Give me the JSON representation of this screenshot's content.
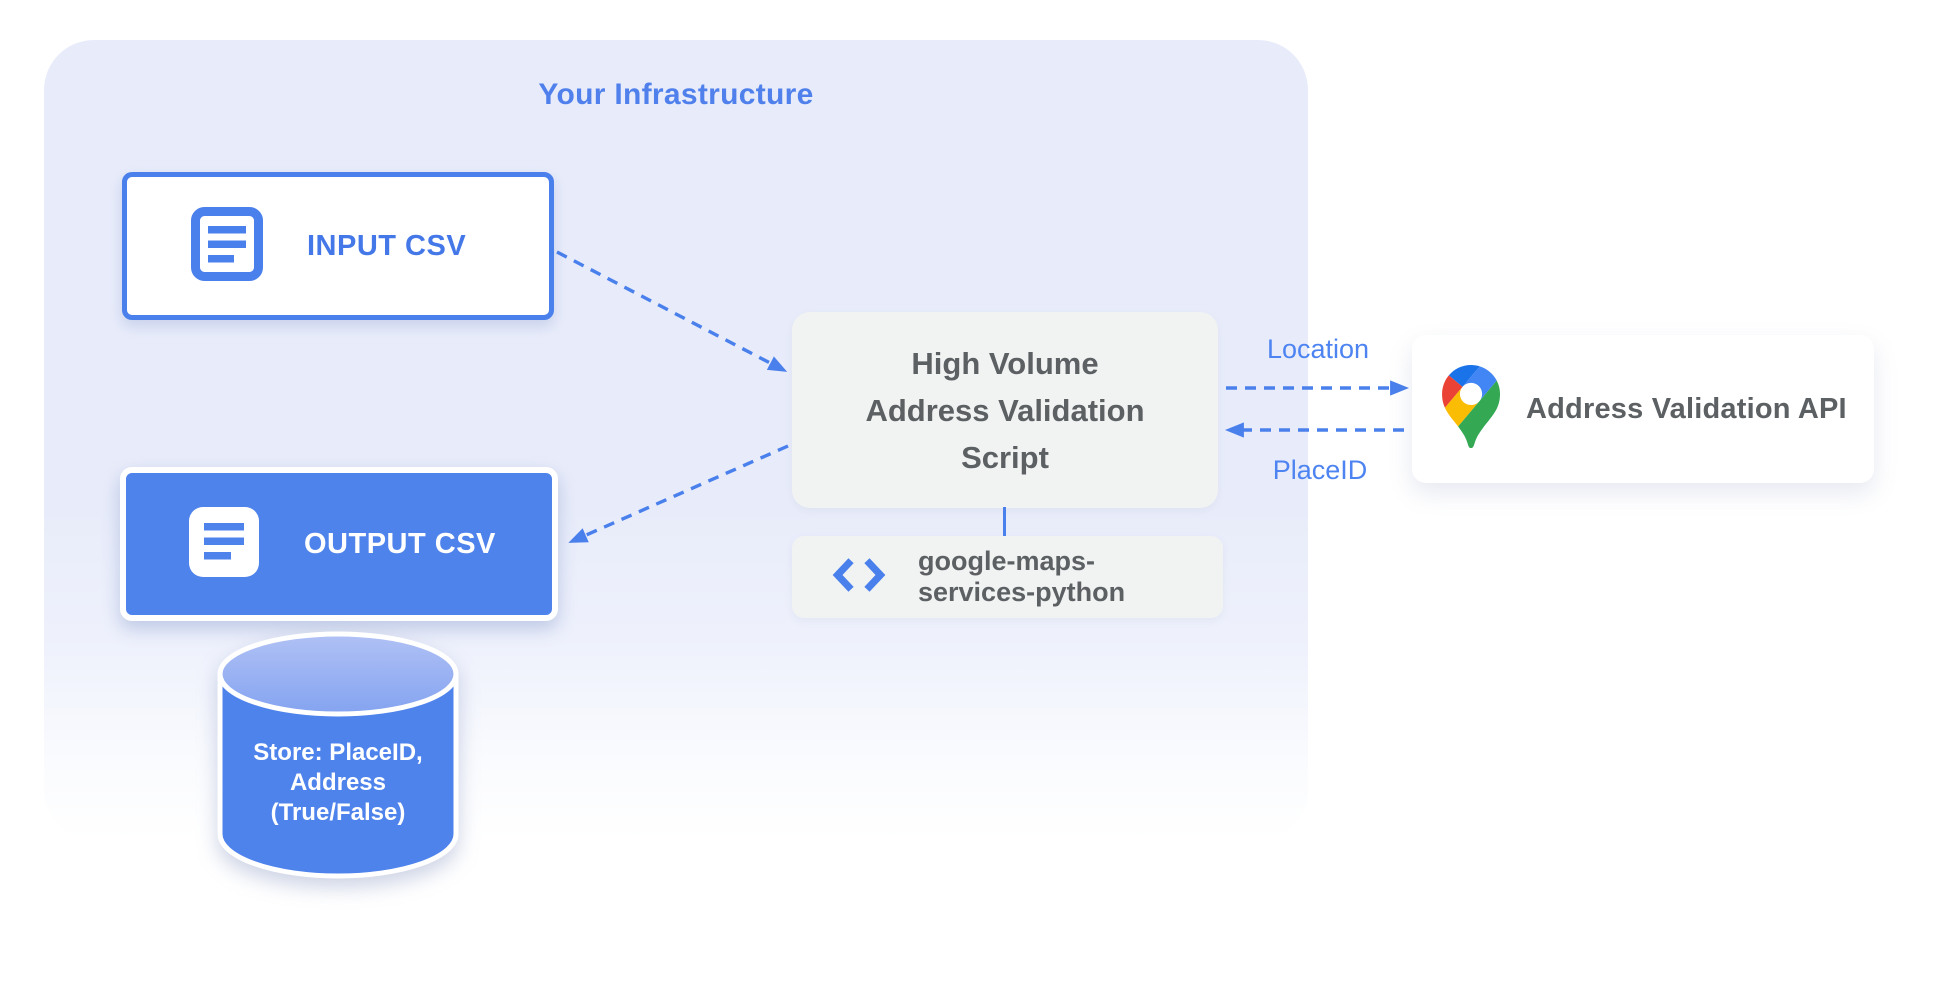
{
  "diagram": {
    "title": "Your Infrastructure",
    "nodes": {
      "input_csv": {
        "label": "INPUT CSV",
        "icon": "document-icon"
      },
      "output_csv": {
        "label": "OUTPUT CSV",
        "icon": "document-icon"
      },
      "datastore": {
        "line1": "Store: PlaceID,",
        "line2": "Address",
        "line3": "(True/False)"
      },
      "script": {
        "line1": "High Volume",
        "line2": "Address Validation",
        "line3": "Script"
      },
      "library": {
        "line1": "google-maps-",
        "line2": "services-python",
        "icon": "code-icon"
      },
      "api": {
        "label": "Address Validation API",
        "icon": "google-maps-pin-icon"
      }
    },
    "edges": {
      "input_to_script": "",
      "script_to_output": "",
      "location_label": "Location",
      "placeid_label": "PlaceID"
    },
    "colors": {
      "accent_blue": "#4a80ec",
      "node_fill_blue": "#4f83ec",
      "infra_background": "#e8ecfa",
      "gray_box": "#f1f3f3",
      "gray_text": "#5c6063",
      "pin_red": "#ea4335",
      "pin_blue": "#4285f4",
      "pin_dark_blue": "#1a73e8",
      "pin_yellow": "#fbbc04",
      "pin_green": "#34a853"
    }
  }
}
